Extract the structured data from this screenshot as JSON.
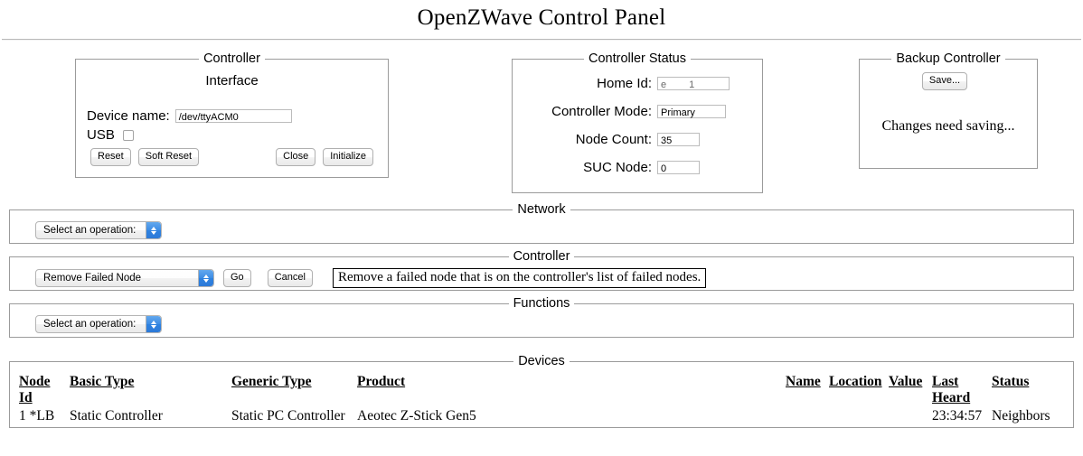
{
  "title": "OpenZWave Control Panel",
  "controller_panel": {
    "legend": "Controller",
    "subtitle": "Interface",
    "device_name_label": "Device name:",
    "device_name_value": "/dev/ttyACM0",
    "usb_label": "USB",
    "buttons": {
      "reset": "Reset",
      "soft_reset": "Soft Reset",
      "close": "Close",
      "initialize": "Initialize"
    }
  },
  "controller_status": {
    "legend": "Controller Status",
    "rows": [
      {
        "label": "Home Id:",
        "value": "e          1"
      },
      {
        "label": "Controller Mode:",
        "value": "Primary"
      },
      {
        "label": "Node Count:",
        "value": "35"
      },
      {
        "label": "SUC Node:",
        "value": "0"
      }
    ]
  },
  "backup_controller": {
    "legend": "Backup Controller",
    "save_label": "Save...",
    "message": "Changes need saving..."
  },
  "network_section": {
    "legend": "Network",
    "select_value": "Select an operation:"
  },
  "controller_section": {
    "legend": "Controller",
    "select_value": "Remove Failed Node",
    "go_label": "Go",
    "cancel_label": "Cancel",
    "description": "Remove a failed node that is on the controller's list of failed nodes."
  },
  "functions_section": {
    "legend": "Functions",
    "select_value": "Select an operation:"
  },
  "devices": {
    "legend": "Devices",
    "headers": {
      "node_id": "Node Id",
      "basic_type": "Basic Type",
      "generic_type": "Generic Type",
      "product": "Product",
      "name": "Name",
      "location": "Location",
      "value": "Value",
      "last_heard": "Last Heard",
      "status": "Status"
    },
    "rows": [
      {
        "node_id": "1 *LB",
        "basic_type": "Static Controller",
        "generic_type": "Static PC Controller",
        "product": "Aeotec Z-Stick Gen5",
        "name": "",
        "location": "",
        "value": "",
        "last_heard": "23:34:57",
        "status": "Neighbors"
      }
    ]
  },
  "colors": {
    "popup_blue": "#3d8ce4",
    "border_gray": "#9b9b9b"
  }
}
